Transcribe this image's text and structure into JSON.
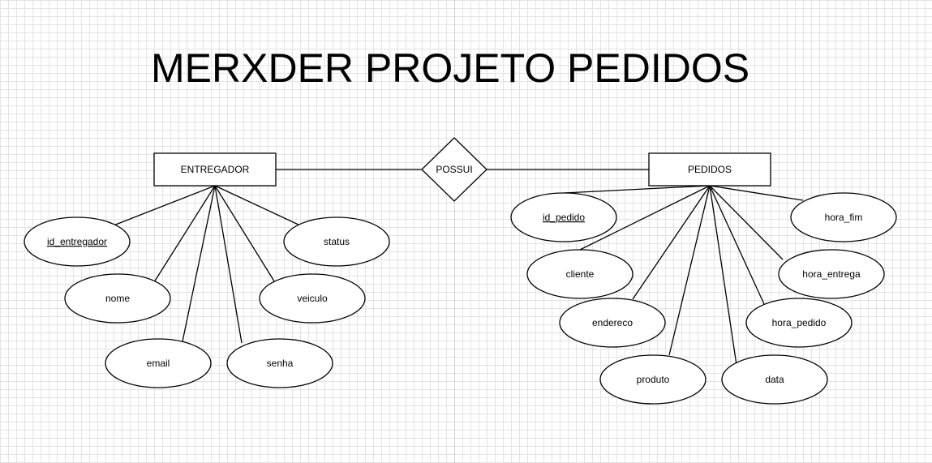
{
  "title": "MERXDER PROJETO PEDIDOS",
  "relationship": "POSSUI",
  "entities": [
    {
      "id": "entregador",
      "name": "ENTREGADOR",
      "attributes": [
        {
          "name": "id_entregador",
          "key": true
        },
        {
          "name": "nome",
          "key": false
        },
        {
          "name": "email",
          "key": false
        },
        {
          "name": "senha",
          "key": false
        },
        {
          "name": "veiculo",
          "key": false
        },
        {
          "name": "status",
          "key": false
        }
      ]
    },
    {
      "id": "pedidos",
      "name": "PEDIDOS",
      "attributes": [
        {
          "name": "id_pedido",
          "key": true
        },
        {
          "name": "cliente",
          "key": false
        },
        {
          "name": "endereco",
          "key": false
        },
        {
          "name": "produto",
          "key": false
        },
        {
          "name": "data",
          "key": false
        },
        {
          "name": "hora_pedido",
          "key": false
        },
        {
          "name": "hora_entrega",
          "key": false
        },
        {
          "name": "hora_fim",
          "key": false
        }
      ]
    }
  ]
}
